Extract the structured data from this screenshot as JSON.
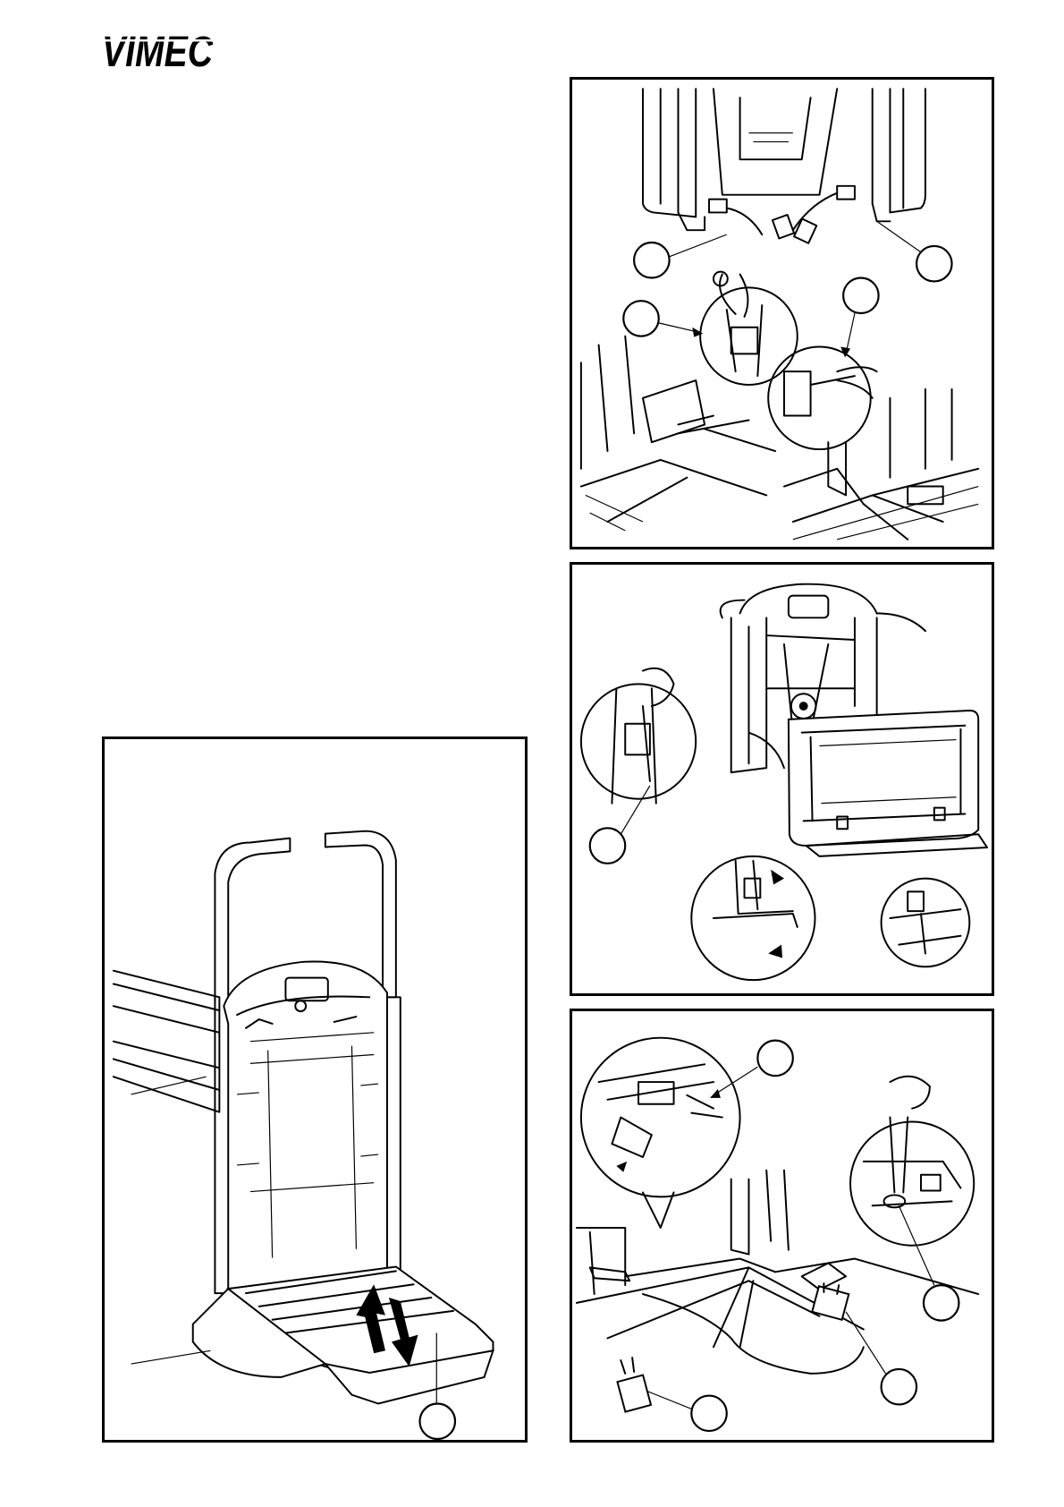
{
  "brand": {
    "logo_text": "VIMEC"
  },
  "figures": [
    {
      "id": "bottom-left",
      "callouts": 1
    },
    {
      "id": "top-right",
      "callouts": 4
    },
    {
      "id": "middle-right",
      "callouts": 1
    },
    {
      "id": "bottom-right",
      "callouts": 4
    }
  ]
}
